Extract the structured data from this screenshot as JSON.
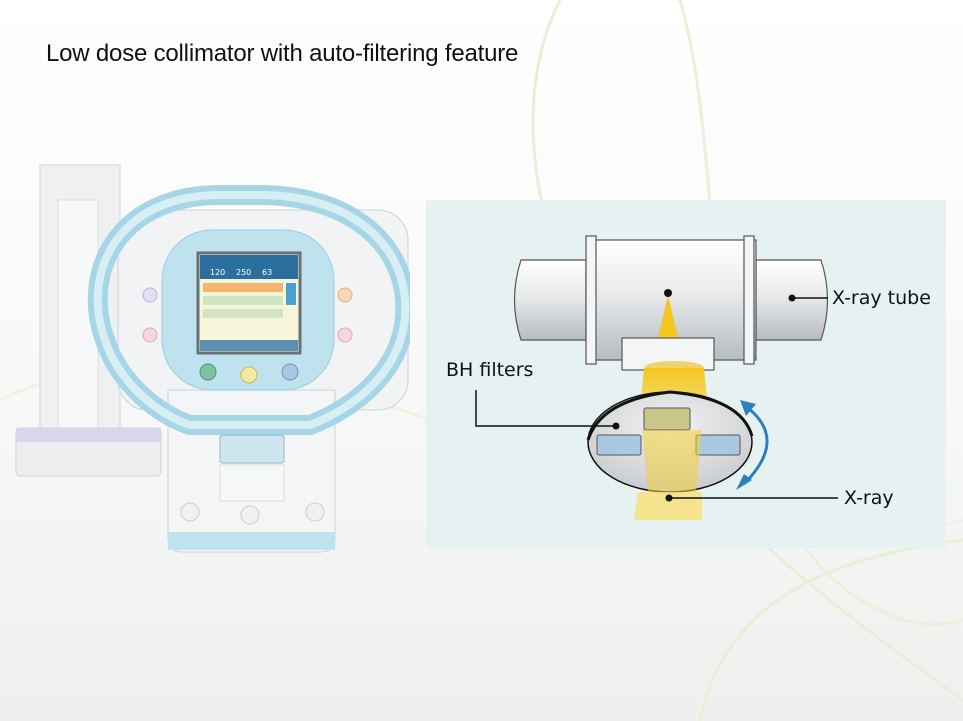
{
  "slide": {
    "title": "Low dose collimator with auto-filtering feature"
  },
  "diagram": {
    "labels": {
      "xray_tube": "X-ray tube",
      "bh_filters": "BH filters",
      "xray": "X-ray"
    },
    "colors": {
      "panel_bg": "#e6f2f1",
      "beam": "#f3c620",
      "filter": "#a9c9e2",
      "arrow": "#2e7fc0",
      "device_accent": "#9fd3e4"
    }
  },
  "device": {
    "screen_readouts": [
      "120",
      "250",
      "63"
    ]
  }
}
